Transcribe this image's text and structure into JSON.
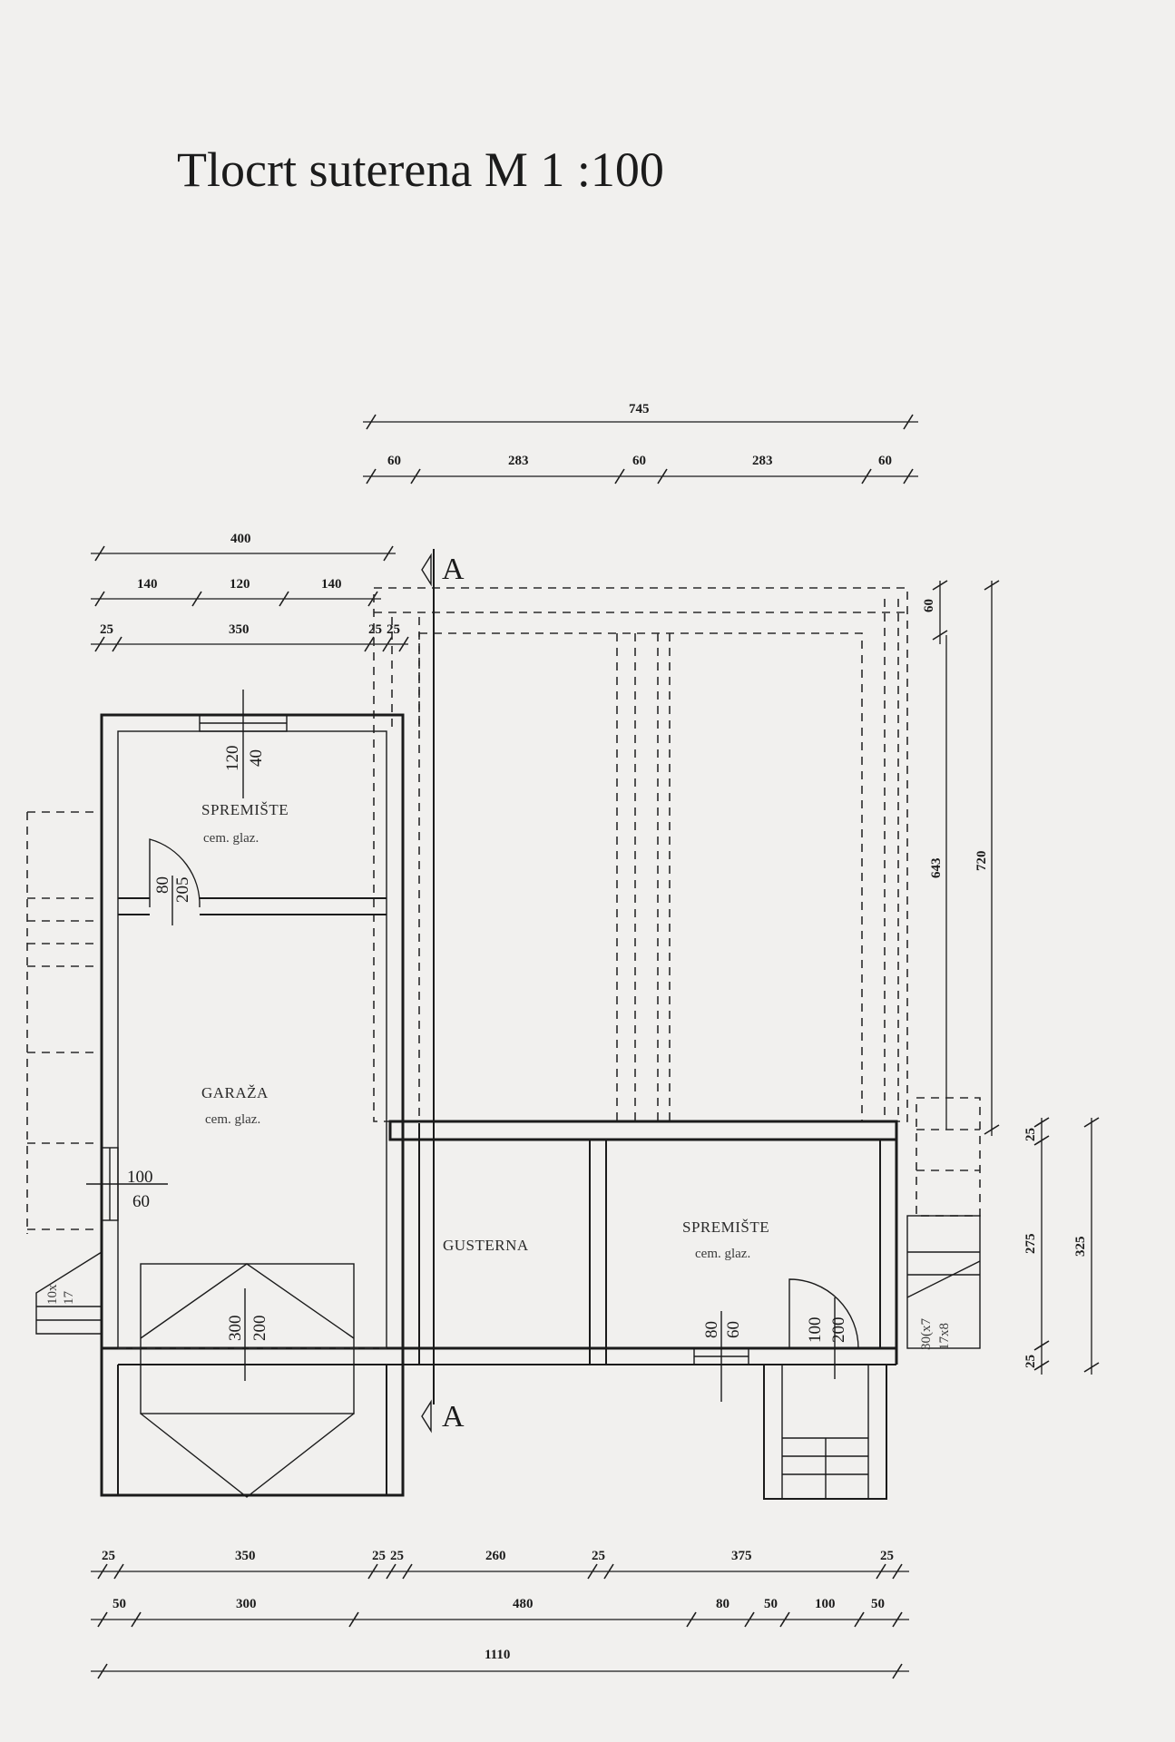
{
  "title": "Tlocrt  suterena   M 1 :100",
  "section_marker": "A",
  "rooms": {
    "storage_top": "SPREMIŠTE",
    "storage_top_floor": "cem. glaz.",
    "garage": "GARAŽA",
    "garage_floor": "cem. glaz.",
    "cistern": "GUSTERNA",
    "storage_right": "SPREMIŠTE",
    "storage_right_floor": "cem. glaz."
  },
  "openings": {
    "window_top_w": "120",
    "window_top_h": "40",
    "door_storage_w": "80",
    "door_storage_h": "205",
    "window_garage_w": "100",
    "window_garage_h": "60",
    "garage_door_w": "300",
    "garage_door_h": "200",
    "window_right_w": "80",
    "window_right_h": "60",
    "door_right_w": "100",
    "door_right_h": "200",
    "stair_a": "30(x7",
    "stair_b": "17x8",
    "stair_left_a": "10x",
    "stair_left_b": "17"
  },
  "dimensions": {
    "top_total": "745",
    "top_row": [
      "60",
      "283",
      "60",
      "283",
      "60"
    ],
    "left_400": "400",
    "left_row1": [
      "140",
      "120",
      "140"
    ],
    "left_row2": [
      "25",
      "350",
      "25",
      "25"
    ],
    "right_outer": "720",
    "right_inner": "643",
    "right_top": "60",
    "right_low": [
      "25",
      "275",
      "25"
    ],
    "right_low_total": "325",
    "bottom_row1": [
      "25",
      "350",
      "25",
      "25",
      "260",
      "25",
      "375",
      "25"
    ],
    "bottom_row2": [
      "50",
      "300",
      "480",
      "80",
      "50",
      "100",
      "50"
    ],
    "bottom_total": "1110"
  }
}
